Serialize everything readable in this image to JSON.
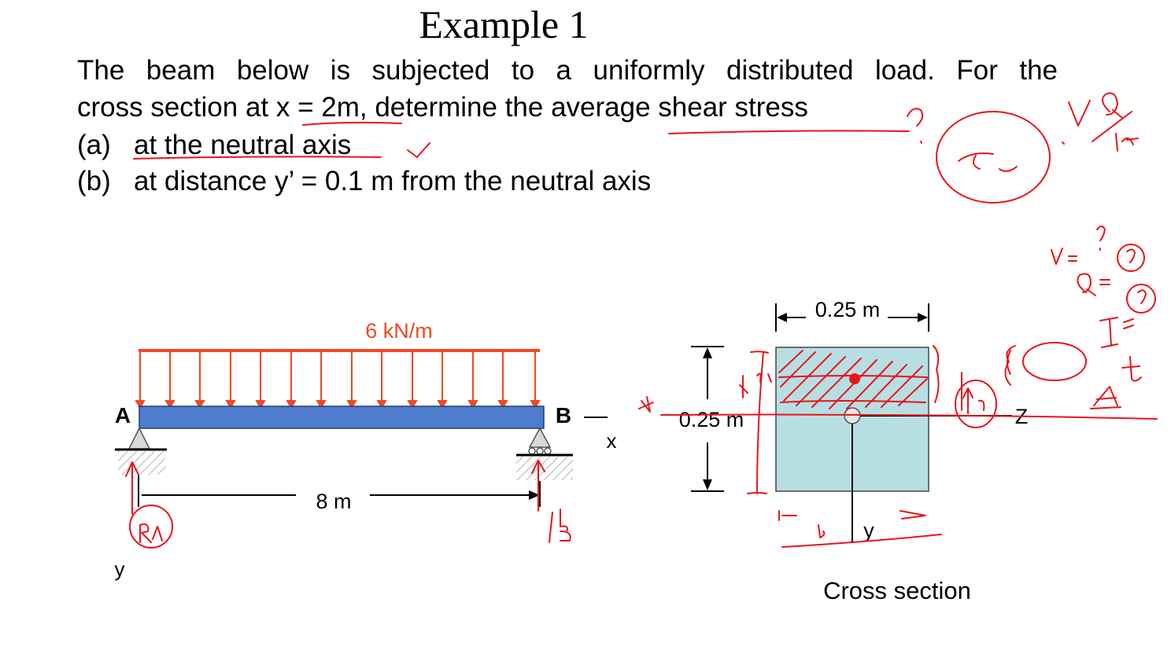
{
  "title": "Example 1",
  "problem": {
    "line1": "The beam below is subjected to a uniformly distributed load. For the",
    "line2": "cross section at x = 2m, determine the average shear stress",
    "part_a_tag": "(a)",
    "part_a_text": "at the neutral axis",
    "part_b_tag": "(b)",
    "part_b_text": "at distance y’ = 0.1 m from the neutral axis"
  },
  "beam": {
    "load_label": "6 kN/m",
    "support_a": "A",
    "support_b": "B",
    "x_axis": "x",
    "y_axis": "y",
    "span_label": "8 m",
    "colors": {
      "load": "#f04a25",
      "beam": "#4f7ccc",
      "annotation": "#e8141a"
    }
  },
  "cross_section": {
    "width_label": "0.25 m",
    "height_label": "0.25 m",
    "neutral_axis": "Z",
    "y_axis": "y",
    "caption": "Cross section",
    "fill_color": "#b7dfe3"
  }
}
